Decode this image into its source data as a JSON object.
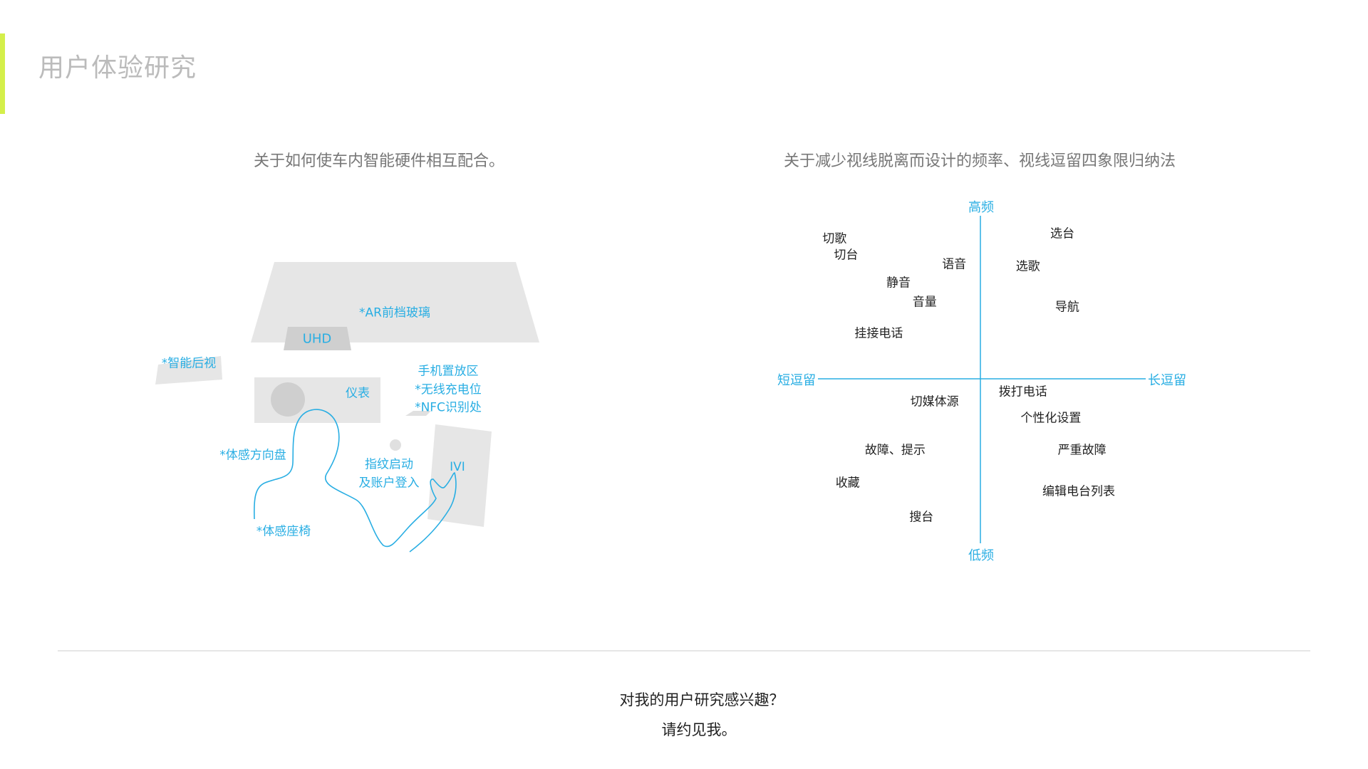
{
  "header": {
    "title": "用户体验研究",
    "accent_color": "#d4ef4a"
  },
  "left_panel": {
    "subtitle": "关于如何使车内智能硬件相互配合。",
    "labels": {
      "ar_windshield": "*AR前档玻璃",
      "uhd": "UHD",
      "smart_rearview": "*智能后视",
      "dashboard": "仪表",
      "phone_zone_1": "手机置放区",
      "phone_zone_2": "*无线充电位",
      "phone_zone_3": "*NFC识别处",
      "steering_wheel": "*体感方向盘",
      "fingerprint_1": "指纹启动",
      "fingerprint_2": "及账户登入",
      "ivi": "IVI",
      "seat": "*体感座椅"
    },
    "accent_color": "#29aee3"
  },
  "chart_data": {
    "type": "scatter",
    "title": "关于减少视线脱离而设计的频率、视线逗留四象限归纳法",
    "axes": {
      "y_top": "高频",
      "y_bottom": "低频",
      "x_left": "短逗留",
      "x_right": "长逗留"
    },
    "xlim": [
      -1,
      1
    ],
    "ylim": [
      -1,
      1
    ],
    "axis_color": "#29aee3",
    "points": [
      {
        "label": "切歌",
        "x": -0.89,
        "y": 0.87
      },
      {
        "label": "切台",
        "x": -0.82,
        "y": 0.77
      },
      {
        "label": "语音",
        "x": -0.16,
        "y": 0.71
      },
      {
        "label": "选台",
        "x": 0.5,
        "y": 0.9
      },
      {
        "label": "选歌",
        "x": 0.29,
        "y": 0.7
      },
      {
        "label": "静音",
        "x": -0.5,
        "y": 0.6
      },
      {
        "label": "音量",
        "x": -0.34,
        "y": 0.48
      },
      {
        "label": "导航",
        "x": 0.53,
        "y": 0.45
      },
      {
        "label": "挂接电话",
        "x": -0.62,
        "y": 0.29
      },
      {
        "label": "拨打电话",
        "x": 0.26,
        "y": -0.07
      },
      {
        "label": "切媒体源",
        "x": -0.28,
        "y": -0.13
      },
      {
        "label": "个性化设置",
        "x": 0.43,
        "y": -0.23
      },
      {
        "label": "故障、提示",
        "x": -0.52,
        "y": -0.43
      },
      {
        "label": "严重故障",
        "x": 0.62,
        "y": -0.43
      },
      {
        "label": "收藏",
        "x": -0.81,
        "y": -0.63
      },
      {
        "label": "编辑电台列表",
        "x": 0.6,
        "y": -0.68
      },
      {
        "label": "搜台",
        "x": -0.36,
        "y": -0.84
      }
    ]
  },
  "footer": {
    "line1": "对我的用户研究感兴趣？",
    "line2": "请约见我。"
  }
}
